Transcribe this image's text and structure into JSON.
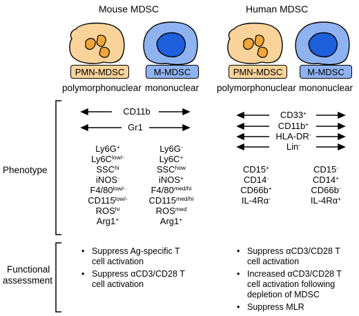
{
  "headers": {
    "mouse": "Mouse MDSC",
    "human": "Human MDSC"
  },
  "cells": {
    "pmn_color": "#f9d39a",
    "mono_color": "#8fb2f0",
    "nucleus_mono_color": "#1d5fdc",
    "nucleus_pmn_color": "#f0a53a"
  },
  "badges": {
    "pmn": "PMN-MDSC",
    "mono": "M-MDSC"
  },
  "types": {
    "poly": "polymorphonuclear",
    "mono": "mononuclear"
  },
  "sections": {
    "phenotype": "Phenotype",
    "functional_line1": "Functional",
    "functional_line2": "assessment"
  },
  "mouse": {
    "shared": [
      "CD11b",
      "Gr1"
    ],
    "pmn_markers": [
      {
        "base": "Ly6G",
        "sup": "+"
      },
      {
        "base": "Ly6C",
        "sup": "low/-"
      },
      {
        "base": "SSC",
        "sup": "hi"
      },
      {
        "base": "iNOS",
        "sup": "-"
      },
      {
        "base": "F4/80",
        "sup": "low/-"
      },
      {
        "base": "CD115",
        "sup": "low/-"
      },
      {
        "base": "ROS",
        "sup": "hi"
      },
      {
        "base": "Arg1",
        "sup": "+"
      }
    ],
    "mono_markers": [
      {
        "base": "Ly6G",
        "sup": "-"
      },
      {
        "base": "Ly6C",
        "sup": "+"
      },
      {
        "base": "SSC",
        "sup": "how"
      },
      {
        "base": "iNOS",
        "sup": "+"
      },
      {
        "base": "F4/80",
        "sup": "med/hi"
      },
      {
        "base": "CD115",
        "sup": "med/hi"
      },
      {
        "base": "ROS",
        "sup": "med"
      },
      {
        "base": "Arg1",
        "sup": "+"
      }
    ],
    "functional": [
      [
        "Suppress Ag-specific T",
        "cell activation"
      ],
      [
        "Suppress αCD3/CD28 T",
        "cell activation"
      ]
    ]
  },
  "human": {
    "shared": [
      {
        "base": "CD33",
        "sup": "+"
      },
      {
        "base": "CD11b",
        "sup": "+"
      },
      {
        "base": "HLA-DR",
        "sup": "-"
      },
      {
        "base": "Lin",
        "sup": "-"
      }
    ],
    "pmn_markers": [
      {
        "base": "CD15",
        "sup": "+"
      },
      {
        "base": "CD14",
        "sup": "-"
      },
      {
        "base": "CD66b",
        "sup": "+"
      },
      {
        "base": "IL-4Rα",
        "sup": "-"
      }
    ],
    "mono_markers": [
      {
        "base": "CD15",
        "sup": "-"
      },
      {
        "base": "CD14",
        "sup": "+"
      },
      {
        "base": "CD66b",
        "sup": "-"
      },
      {
        "base": "IL-4Rα",
        "sup": "+"
      }
    ],
    "functional": [
      [
        "Suppress αCD3/CD28 T",
        "cell activation"
      ],
      [
        "Increased αCD3/CD28 T",
        "cell activation following",
        "depletion of MDSC"
      ],
      [
        "Suppress MLR"
      ]
    ]
  }
}
